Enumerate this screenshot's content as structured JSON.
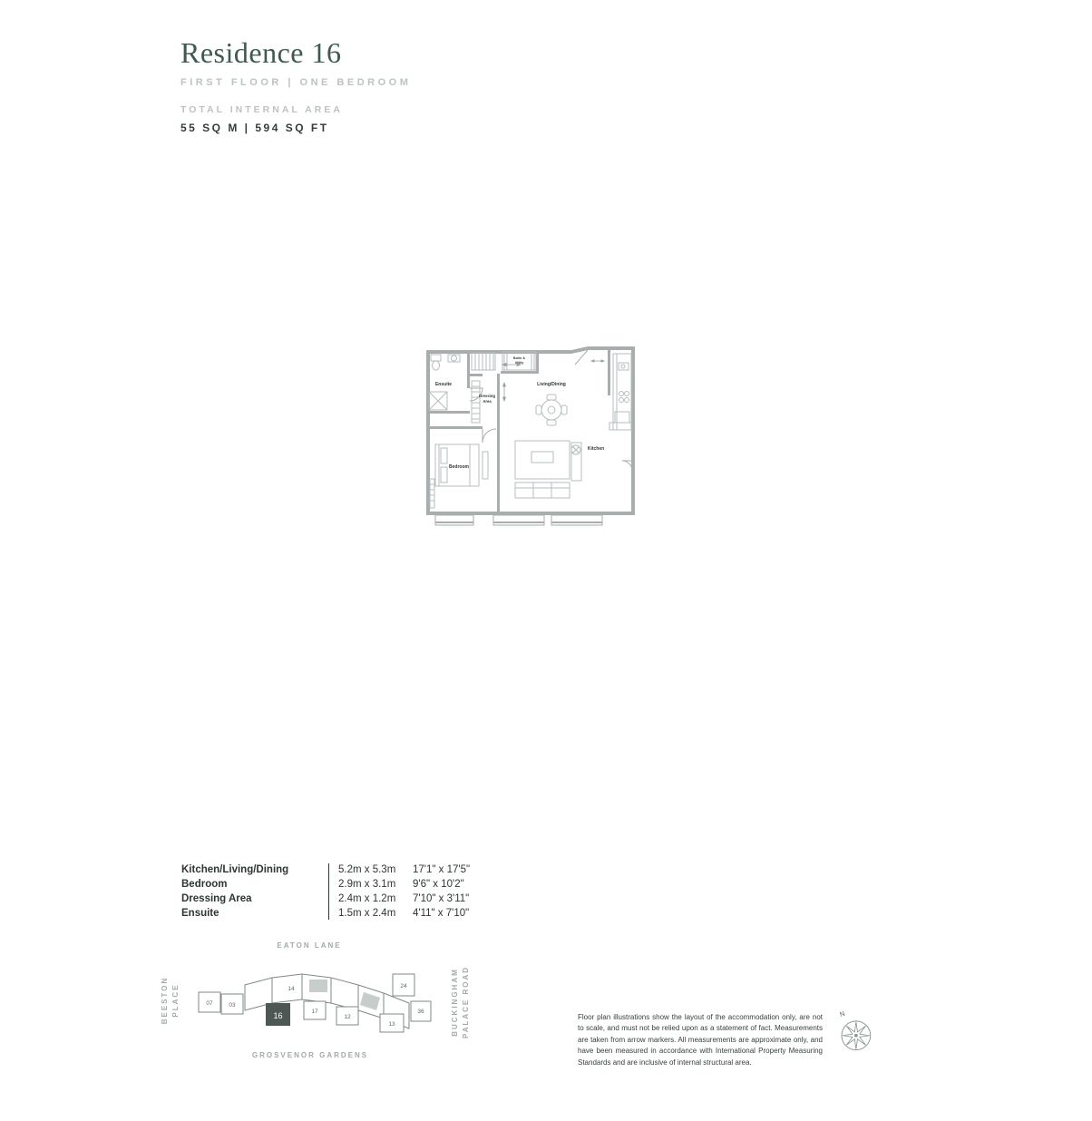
{
  "header": {
    "title": "Residence 16",
    "subtitle": "FIRST FLOOR | ONE BEDROOM",
    "area_label": "TOTAL INTERNAL AREA",
    "area_value": "55 SQ M | 594 SQ FT"
  },
  "floorplan": {
    "rooms": {
      "ensuite": "Ensuite",
      "dressing_line1": "Dressing",
      "dressing_line2": "Area",
      "living": "Living/Dining",
      "bedroom": "Bedroom",
      "kitchen": "Kitchen",
      "utility_line1": "Boiler &",
      "utility_line2": "Utility"
    }
  },
  "dimensions": {
    "rows": [
      {
        "room": "Kitchen/Living/Dining",
        "metric": "5.2m x 5.3m",
        "imperial": "17'1\" x 17'5\""
      },
      {
        "room": "Bedroom",
        "metric": "2.9m x 3.1m",
        "imperial": "9'6\" x 10'2\""
      },
      {
        "room": "Dressing Area",
        "metric": "2.4m x 1.2m",
        "imperial": "7'10\" x 3'11\""
      },
      {
        "room": "Ensuite",
        "metric": "1.5m x 2.4m",
        "imperial": "4'11\" x 7'10\""
      }
    ]
  },
  "siteplan": {
    "streets": {
      "top": "EATON LANE",
      "left_line1": "BEESTON",
      "left_line2": "PLACE",
      "right_line1": "BUCKINGHAM",
      "right_line2": "PALACE ROAD",
      "bottom": "GROSVENOR GARDENS"
    },
    "highlighted_unit": "16",
    "units": [
      "07",
      "03",
      "14",
      "17",
      "12",
      "13",
      "24",
      "36"
    ]
  },
  "disclaimer": "Floor plan illustrations show the layout of the accommodation only, are not to scale, and must not be relied upon as a statement of fact. Measurements are taken from arrow markers. All measurements are approximate only, and have been measured in accordance with International Property Measuring Standards and are inclusive of internal structural area.",
  "compass": {
    "north": "N"
  },
  "colors": {
    "accent_dark_green": "#3e5852",
    "wall_gray": "#a8adad",
    "light_gray_text": "#bcc3c1",
    "dark_text": "#2c3632",
    "highlight_unit_fill": "#4d5753"
  }
}
